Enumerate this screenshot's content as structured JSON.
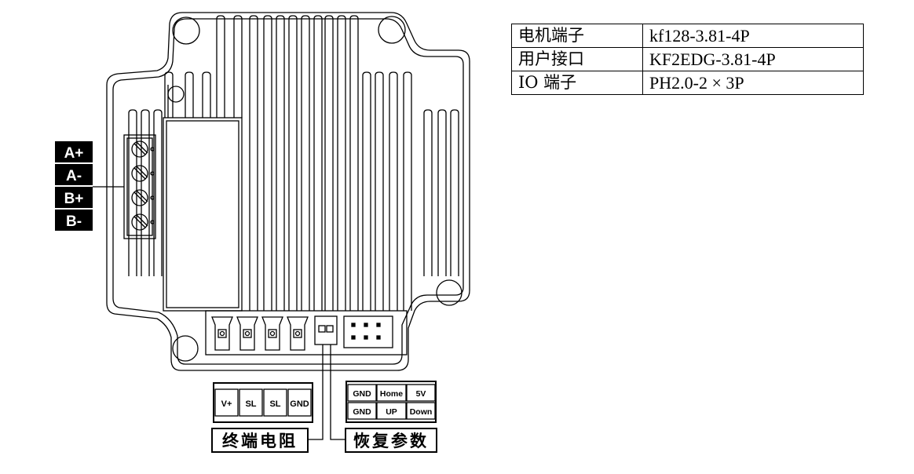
{
  "motor_labels": [
    "A+",
    "A-",
    "B+",
    "B-"
  ],
  "bottom_left_pins": [
    "V+",
    "SL",
    "SL",
    "GND"
  ],
  "bottom_right_pins_top": [
    "GND",
    "Home",
    "5V"
  ],
  "bottom_right_pins_bottom": [
    "GND",
    "UP",
    "Down"
  ],
  "captions": {
    "left": "终端电阻",
    "right": "恢复参数"
  },
  "spec_table": {
    "rows": [
      {
        "name": "电机端子",
        "value": "kf128-3.81-4P"
      },
      {
        "name": "用户接口",
        "value": "KF2EDG-3.81-4P"
      },
      {
        "name": "IO 端子",
        "value": "PH2.0-2 × 3P"
      }
    ]
  }
}
